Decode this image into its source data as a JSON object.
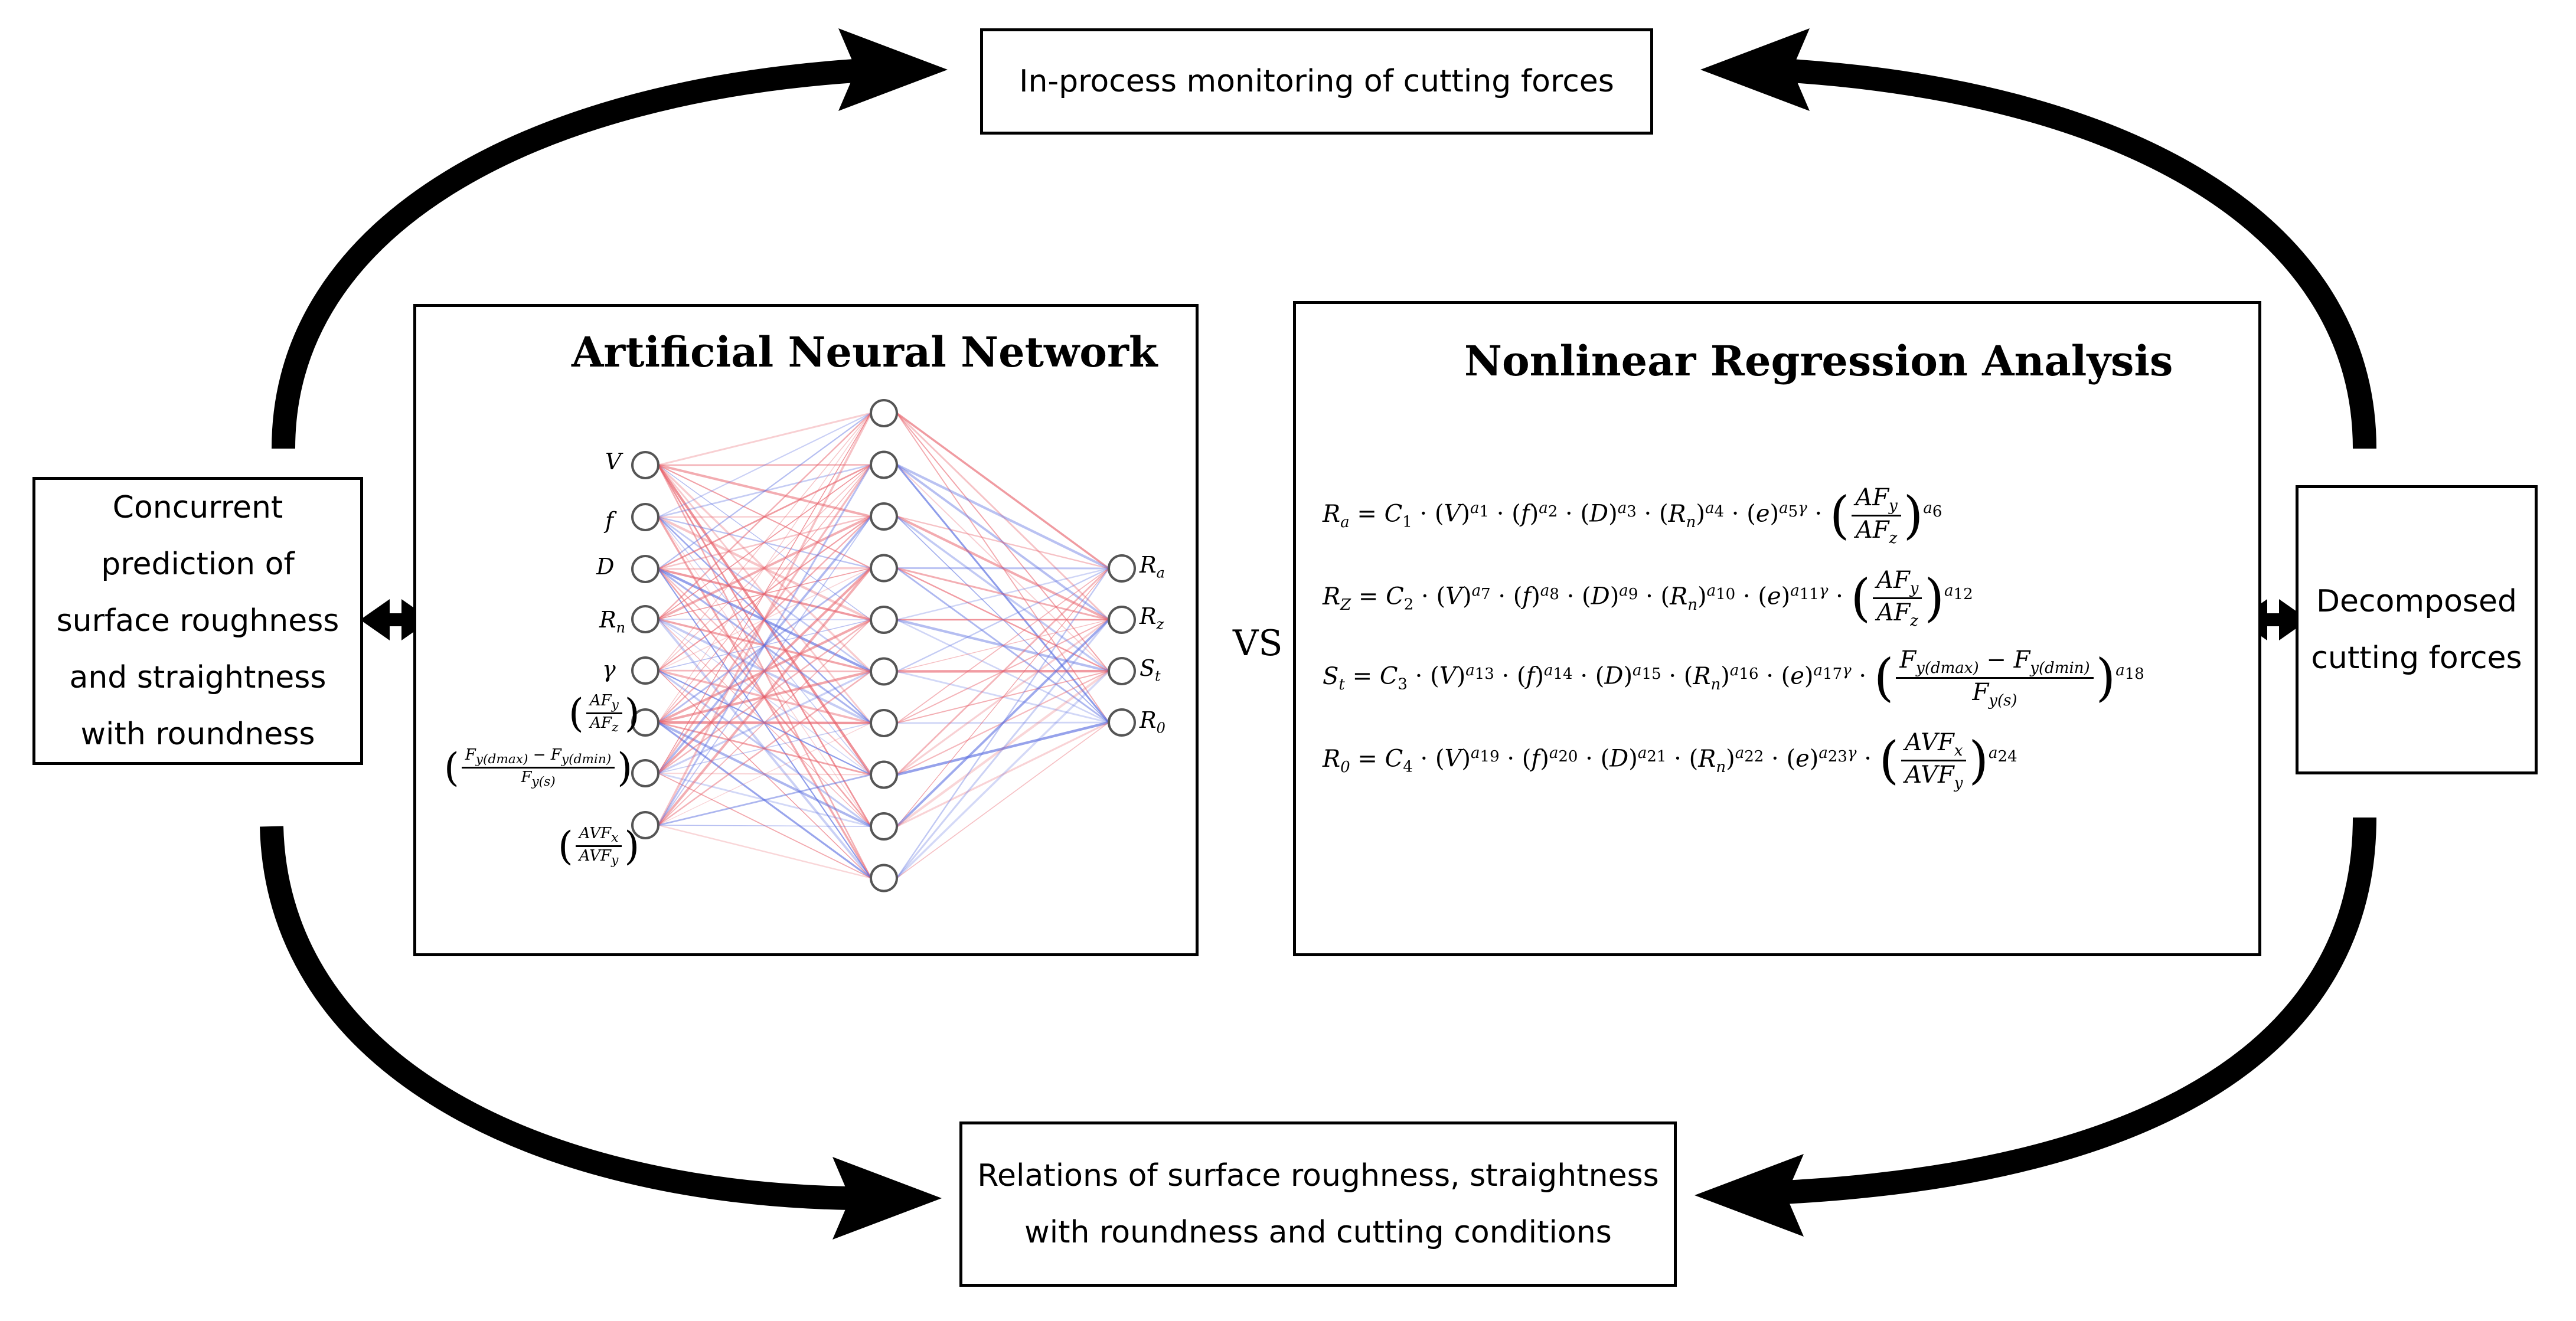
{
  "boxes": {
    "top": "In-process monitoring of cutting forces",
    "left": "Concurrent\nprediction of\nsurface roughness\nand straightness\nwith roundness",
    "right": "Decomposed\ncutting forces",
    "bottom": "Relations of surface roughness, straightness\nwith roundness and cutting conditions"
  },
  "ann": {
    "title": "Artificial Neural Network",
    "inputs": [
      "V",
      "f",
      "D",
      "R",
      "γ"
    ],
    "inputs_sub": [
      "",
      "",
      "",
      "n",
      ""
    ],
    "outputs": [
      "R",
      "R",
      "S",
      "R"
    ],
    "outputs_sub": [
      "a",
      "z",
      "t",
      "0"
    ],
    "hidden_nodes": 10,
    "colors": {
      "red": "#e8606a",
      "blue": "#5a6ee0"
    }
  },
  "vs_label": "VS",
  "nra": {
    "title": "Nonlinear Regression Analysis"
  }
}
